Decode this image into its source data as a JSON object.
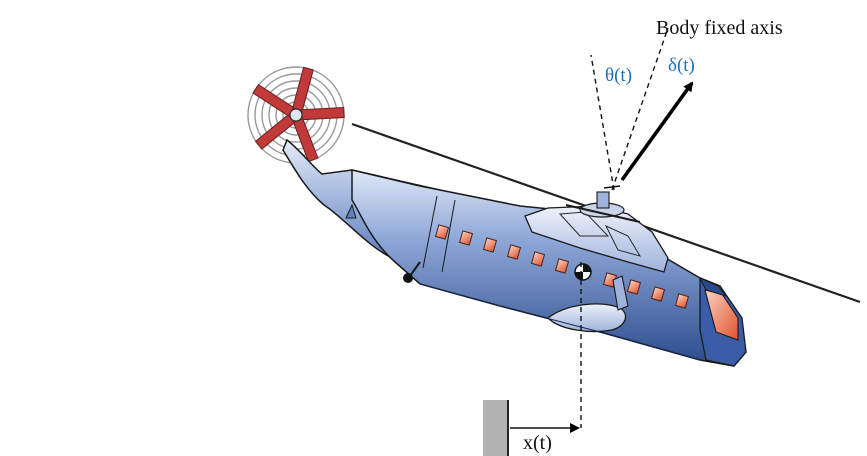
{
  "labels": {
    "body_axis": "Body fixed axis",
    "theta": "θ(t)",
    "delta": "δ(t)",
    "position": "x(t)"
  },
  "colors": {
    "fuselage_light": "#c8d6ee",
    "fuselage_dark": "#2a4a8c",
    "window_fill": "#f07a5a",
    "tail_blade": "#c03a3a",
    "angle_label": "#1f6fbf",
    "wall": "#b3b3b3"
  },
  "icons": {
    "helicopter": "helicopter-illustration",
    "tail_rotor": "tail-rotor-icon",
    "center_of_mass": "center-of-mass-icon",
    "fixed_wall": "ground-wall-icon"
  }
}
